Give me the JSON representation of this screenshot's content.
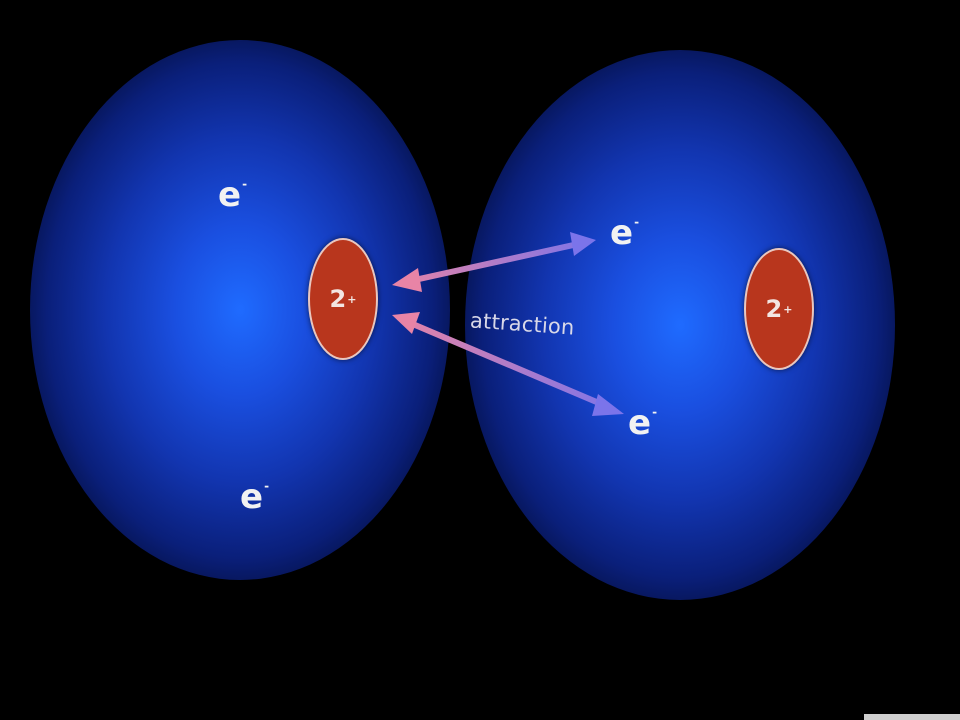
{
  "nuclei": [
    {
      "id": "left",
      "charge": "2",
      "sign": "+"
    },
    {
      "id": "right",
      "charge": "2",
      "sign": "+"
    }
  ],
  "electrons": [
    {
      "id": "left-top",
      "symbol": "e",
      "sign": "-"
    },
    {
      "id": "left-bottom",
      "symbol": "e",
      "sign": "-"
    },
    {
      "id": "right-top",
      "symbol": "e",
      "sign": "-"
    },
    {
      "id": "right-bottom",
      "symbol": "e",
      "sign": "-"
    }
  ],
  "label": {
    "attraction": "attraction"
  },
  "colors": {
    "background": "#000000",
    "electron_cloud": "#1f6bff",
    "nucleus": "#b8361d",
    "arrow_near_nucleus": "#e07aa0",
    "arrow_near_electron": "#7f72e6"
  }
}
